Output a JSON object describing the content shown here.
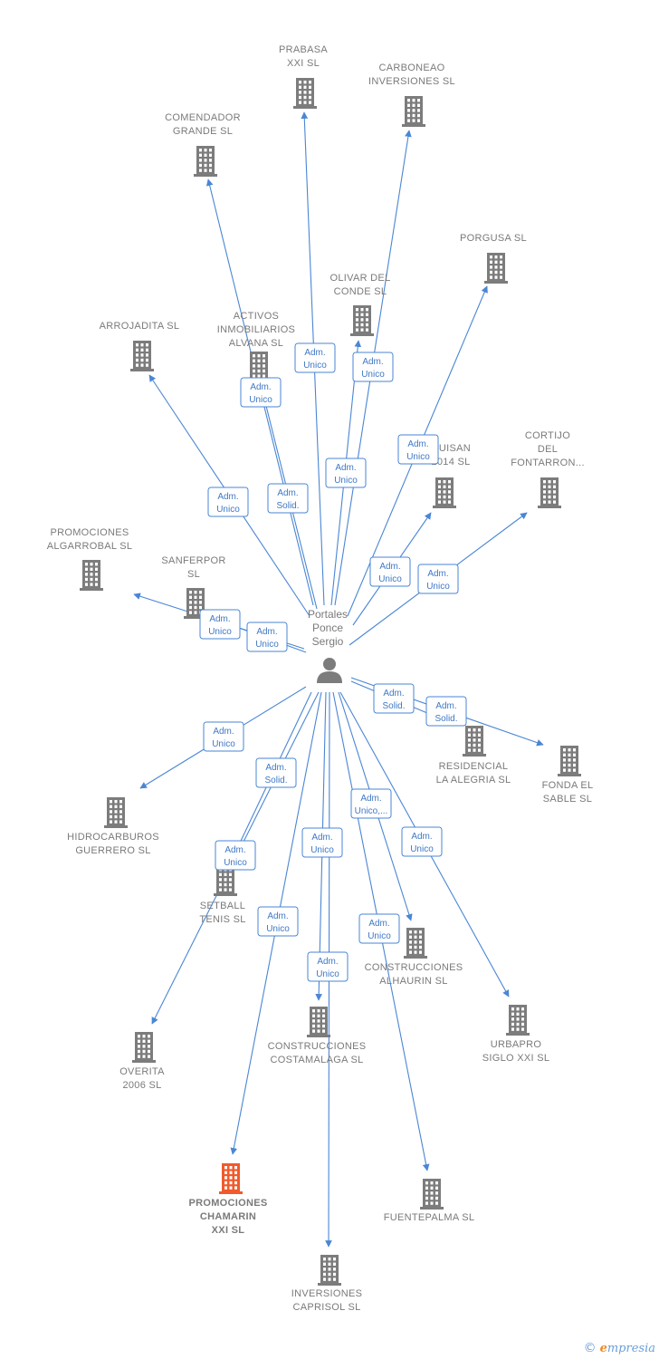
{
  "colors": {
    "edge": "#4a86d4",
    "building": "#7c7c7c",
    "highlight": "#f15a2b",
    "label": "#7a7a7a"
  },
  "center": {
    "name_lines": [
      "Portales",
      "Ponce",
      "Sergio"
    ],
    "icon": "person-icon"
  },
  "companies": [
    {
      "id": "prabasa",
      "lines": [
        "PRABASA",
        "XXI SL"
      ],
      "highlight": false
    },
    {
      "id": "carboneao",
      "lines": [
        "CARBONEAO",
        "INVERSIONES SL"
      ],
      "highlight": false
    },
    {
      "id": "comendador",
      "lines": [
        "COMENDADOR",
        "GRANDE SL"
      ],
      "highlight": false
    },
    {
      "id": "porgusa",
      "lines": [
        "PORGUSA SL"
      ],
      "highlight": false
    },
    {
      "id": "olivar",
      "lines": [
        "OLIVAR DEL",
        "CONDE SL"
      ],
      "highlight": false
    },
    {
      "id": "arrojadita",
      "lines": [
        "ARROJADITA SL"
      ],
      "highlight": false
    },
    {
      "id": "activos",
      "lines": [
        "ACTIVOS",
        "INMOBILIARIOS",
        "ALVANA SL"
      ],
      "highlight": false
    },
    {
      "id": "guisan",
      "lines": [
        "GUISAN",
        "2014 SL"
      ],
      "highlight": false
    },
    {
      "id": "cortijo",
      "lines": [
        "CORTIJO",
        "DEL",
        "FONTARRON..."
      ],
      "highlight": false
    },
    {
      "id": "algarrobal",
      "lines": [
        "PROMOCIONES",
        "ALGARROBAL SL"
      ],
      "highlight": false
    },
    {
      "id": "sanferpor",
      "lines": [
        "SANFERPOR",
        "SL"
      ],
      "highlight": false
    },
    {
      "id": "residencial",
      "lines": [
        "RESIDENCIAL",
        "LA ALEGRIA SL"
      ],
      "highlight": false
    },
    {
      "id": "fonda",
      "lines": [
        "FONDA EL",
        "SABLE SL"
      ],
      "highlight": false
    },
    {
      "id": "hidrocarburos",
      "lines": [
        "HIDROCARBUROS",
        "GUERRERO SL"
      ],
      "highlight": false
    },
    {
      "id": "setball",
      "lines": [
        "SETBALL",
        "TENIS SL"
      ],
      "highlight": false
    },
    {
      "id": "alhaurin",
      "lines": [
        "CONSTRUCCIONES",
        "ALHAURIN SL"
      ],
      "highlight": false
    },
    {
      "id": "overita",
      "lines": [
        "OVERITA",
        "2006 SL"
      ],
      "highlight": false
    },
    {
      "id": "costamalaga",
      "lines": [
        "CONSTRUCCIONES",
        "COSTAMALAGA SL"
      ],
      "highlight": false
    },
    {
      "id": "urbapro",
      "lines": [
        "URBAPRO",
        "SIGLO XXI SL"
      ],
      "highlight": false
    },
    {
      "id": "chamarin",
      "lines": [
        "PROMOCIONES",
        "CHAMARIN",
        "XXI SL"
      ],
      "highlight": true
    },
    {
      "id": "fuentepalma",
      "lines": [
        "FUENTEPALMA SL"
      ],
      "highlight": false
    },
    {
      "id": "caprisol",
      "lines": [
        "INVERSIONES",
        "CAPRISOL SL"
      ],
      "highlight": false
    }
  ],
  "relations": [
    {
      "to": "prabasa",
      "lines": [
        "Adm.",
        "Unico"
      ]
    },
    {
      "to": "carboneao",
      "lines": [
        "Adm.",
        "Unico"
      ]
    },
    {
      "to": "comendador",
      "lines": [
        "Adm.",
        "Solid."
      ]
    },
    {
      "to": "porgusa",
      "lines": [
        "Adm.",
        "Unico"
      ]
    },
    {
      "to": "olivar",
      "lines": [
        "Adm.",
        "Unico"
      ]
    },
    {
      "to": "arrojadita",
      "lines": [
        "Adm.",
        "Unico"
      ]
    },
    {
      "to": "activos",
      "lines": [
        "Adm.",
        "Unico"
      ]
    },
    {
      "to": "guisan",
      "lines": [
        "Adm.",
        "Unico"
      ]
    },
    {
      "to": "cortijo",
      "lines": [
        "Adm.",
        "Unico"
      ]
    },
    {
      "to": "algarrobal",
      "lines": [
        "Adm.",
        "Unico"
      ]
    },
    {
      "to": "sanferpor",
      "lines": [
        "Adm.",
        "Unico"
      ]
    },
    {
      "to": "residencial",
      "lines": [
        "Adm.",
        "Solid."
      ]
    },
    {
      "to": "fonda",
      "lines": [
        "Adm.",
        "Solid."
      ]
    },
    {
      "to": "hidrocarburos",
      "lines": [
        "Adm.",
        "Unico"
      ]
    },
    {
      "to": "setball",
      "lines": [
        "Adm.",
        "Solid."
      ]
    },
    {
      "to": "alhaurin",
      "lines": [
        "Adm.",
        "Unico,..."
      ]
    },
    {
      "to": "overita",
      "lines": [
        "Adm.",
        "Unico"
      ]
    },
    {
      "to": "costamalaga",
      "lines": [
        "Adm.",
        "Unico"
      ]
    },
    {
      "to": "urbapro",
      "lines": [
        "Adm.",
        "Unico"
      ]
    },
    {
      "to": "chamarin",
      "lines": [
        "Adm.",
        "Unico"
      ]
    },
    {
      "to": "fuentepalma",
      "lines": [
        "Adm.",
        "Unico"
      ]
    },
    {
      "to": "caprisol",
      "lines": [
        "Adm.",
        "Unico"
      ]
    }
  ],
  "footer": {
    "copyright": "©",
    "brand_initial": "e",
    "brand_rest": "mpresia"
  }
}
